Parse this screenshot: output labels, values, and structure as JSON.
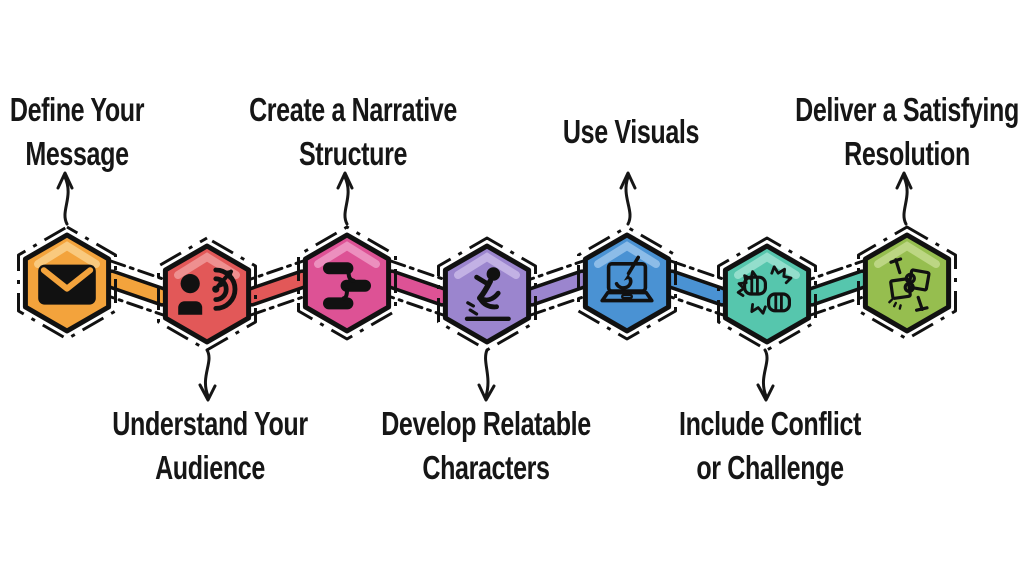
{
  "page": {
    "background": "#FFFFFF",
    "text_color": "#161616",
    "outline_color": "#111111"
  },
  "diagram": {
    "type": "process-zigzag",
    "step_count": 7
  },
  "steps": [
    {
      "id": 1,
      "label_lines": [
        "Define Your",
        "Message"
      ],
      "label_position": "top",
      "color": "#F3A33C",
      "highlight": "#F9C97E",
      "icon": "envelope-icon"
    },
    {
      "id": 2,
      "label_lines": [
        "Understand Your",
        "Audience"
      ],
      "label_position": "bottom",
      "color": "#E25858",
      "highlight": "#EE9090",
      "icon": "audience-target-icon"
    },
    {
      "id": 3,
      "label_lines": [
        "Create a Narrative",
        "Structure"
      ],
      "label_position": "top",
      "color": "#DD5295",
      "highlight": "#EC8FBE",
      "icon": "narrative-structure-icon"
    },
    {
      "id": 4,
      "label_lines": [
        "Develop Relatable",
        "Characters"
      ],
      "label_position": "bottom",
      "color": "#9B85CE",
      "highlight": "#C2B1E4",
      "icon": "slipping-person-icon"
    },
    {
      "id": 5,
      "label_lines": [
        "Use Visuals"
      ],
      "label_position": "top",
      "color": "#4A92D3",
      "highlight": "#8CBCE8",
      "icon": "laptop-paintbrush-icon"
    },
    {
      "id": 6,
      "label_lines": [
        "Include Conflict",
        "or Challenge"
      ],
      "label_position": "bottom",
      "color": "#56C6AD",
      "highlight": "#93DECC",
      "icon": "fists-conflict-icon"
    },
    {
      "id": 7,
      "label_lines": [
        "Deliver a Satisfying",
        "Resolution"
      ],
      "label_position": "top",
      "color": "#96BE4F",
      "highlight": "#BCD683",
      "icon": "puzzle-hands-icon"
    }
  ],
  "connectors": [
    {
      "from": 1,
      "to": 2,
      "color": "#F3A33C",
      "direction": "descending"
    },
    {
      "from": 2,
      "to": 3,
      "color": "#E25858",
      "direction": "ascending"
    },
    {
      "from": 3,
      "to": 4,
      "color": "#DD5295",
      "direction": "descending"
    },
    {
      "from": 4,
      "to": 5,
      "color": "#9B85CE",
      "direction": "ascending"
    },
    {
      "from": 5,
      "to": 6,
      "color": "#4A92D3",
      "direction": "descending"
    },
    {
      "from": 6,
      "to": 7,
      "color": "#56C6AD",
      "direction": "ascending"
    }
  ]
}
